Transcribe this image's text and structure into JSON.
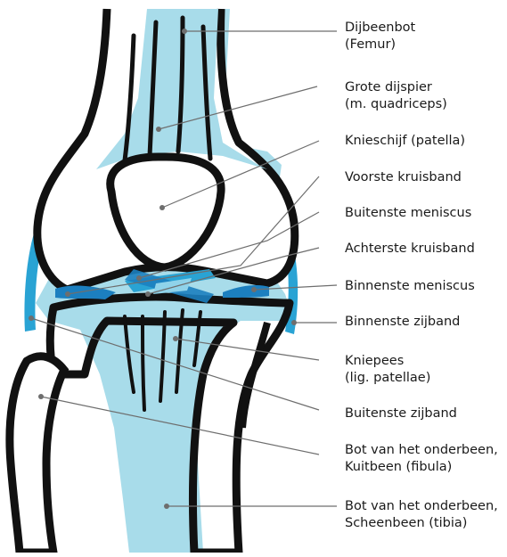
{
  "labels": [
    {
      "lines": [
        "Dijbeenbot",
        "(Femur)"
      ]
    },
    {
      "lines": [
        "Grote dijspier",
        "(m. quadriceps)"
      ]
    },
    {
      "lines": [
        "Knieschijf (patella)"
      ]
    },
    {
      "lines": [
        "Voorste kruisband"
      ]
    },
    {
      "lines": [
        "Buitenste meniscus"
      ]
    },
    {
      "lines": [
        "Achterste kruisband"
      ]
    },
    {
      "lines": [
        "Binnenste meniscus"
      ]
    },
    {
      "lines": [
        "Binnenste zijband"
      ]
    },
    {
      "lines": [
        "Kniepees",
        "(lig. patellae)"
      ]
    },
    {
      "lines": [
        "Buitenste zijband"
      ]
    },
    {
      "lines": [
        "Bot van het onderbeen,",
        "Kuitbeen (fibula)"
      ]
    },
    {
      "lines": [
        "Bot van het onderbeen,",
        "Scheenbeen (tibia)"
      ]
    }
  ],
  "colors": {
    "light_blue": "#a8dcea",
    "mid_blue": "#29a3d4",
    "dark_blue": "#1c7fbf",
    "bone_outline": "#111111",
    "leader_line": "#6e6e6e"
  }
}
